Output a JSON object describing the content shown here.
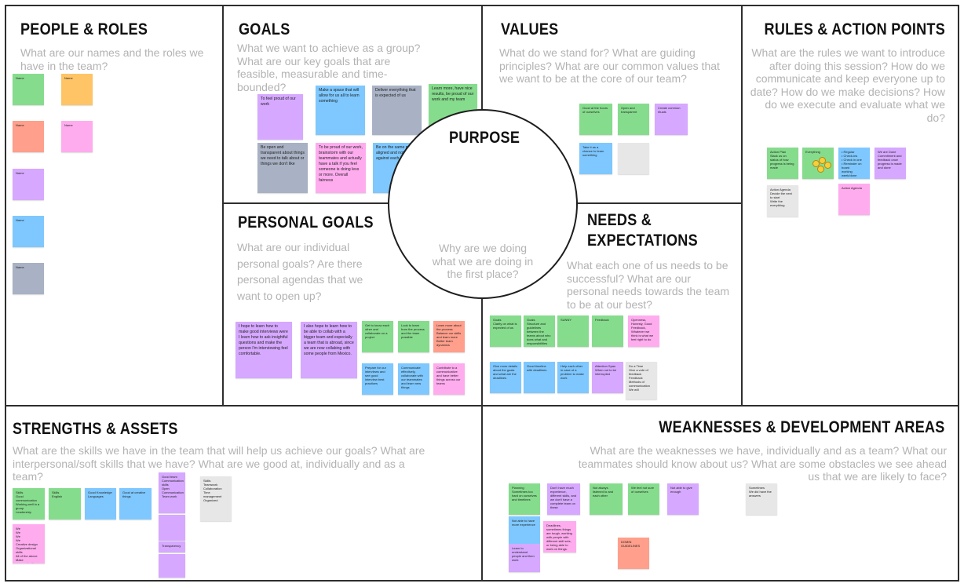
{
  "sections": {
    "people": {
      "title": "PEOPLE & ROLES",
      "question": "What are our names and the roles we have in the team?"
    },
    "goals": {
      "title": "GOALS",
      "question": "What we want to achieve as a group? What are our key goals that are feasible, measurable and time-bounded?"
    },
    "values": {
      "title": "VALUES",
      "question": "What do we stand for? What are guiding principles? What are our common values that we want to be at the core of our team?"
    },
    "rules": {
      "title": "RULES & ACTION POINTS",
      "question": "What are the rules we want to introduce after doing this session? How do we communicate and keep everyone up to date? How do we make decisions? How do we execute and evaluate what we do?"
    },
    "personal": {
      "title": "PERSONAL GOALS",
      "question": "What are our individual personal goals? Are there personal agendas that we want to open up?"
    },
    "purpose": {
      "title": "PURPOSE",
      "question": "Why are we doing what we are doing in the first place?"
    },
    "needs": {
      "title_line1": "NEEDS &",
      "title_line2": "EXPECTATIONS",
      "question": "What each one of us needs to be successful? What are our personal needs towards the team to be at our best?"
    },
    "strengths": {
      "title": "STRENGTHS & ASSETS",
      "question": "What are the skills we have in the team that will help us achieve our goals? What are interpersonal/soft skills that we have? What are we good at, individually and as a team?"
    },
    "weaknesses": {
      "title": "WEAKNESSES & DEVELOPMENT AREAS",
      "question": "What are the weaknesses we have, individually and as a team? What our teammates should know about us? What are some obstacles we see ahead us that we are likely to face?"
    }
  },
  "notes": {
    "people": [
      {
        "text": "Name",
        "author": ""
      },
      {
        "text": "Name",
        "author": ""
      },
      {
        "text": "Name",
        "author": ""
      },
      {
        "text": "Name",
        "author": ""
      },
      {
        "text": "Name",
        "author": ""
      },
      {
        "text": "Name",
        "author": ""
      },
      {
        "text": "Name",
        "author": ""
      }
    ],
    "goals": [
      {
        "text": "To feel proud of our work",
        "author": ""
      },
      {
        "text": "Make a space that will allow for us all to learn something",
        "author": ""
      },
      {
        "text": "Deliver everything that is expected of us",
        "author": ""
      },
      {
        "text": "Learn more, have nice results, be proud of our work and my team",
        "author": ""
      },
      {
        "text": "Be open and transparent about things we need to talk about or things we don't like",
        "author": ""
      },
      {
        "text": "To be proud of our work, brainstorm with our teammates and actually have a talk if you feel someone is doing less or more. Overall fairness",
        "author": ""
      },
      {
        "text": "Be on the same page/ aligned and not work against each other",
        "author": ""
      }
    ],
    "values": [
      {
        "text": "Good at the hours of ourselves",
        "author": ""
      },
      {
        "text": "Open and transparent",
        "author": ""
      },
      {
        "text": "Create common rituals",
        "author": ""
      },
      {
        "text": "Take it as a chance to learn something",
        "author": ""
      },
      {
        "text": "",
        "author": ""
      }
    ],
    "rules": [
      {
        "text": "Action Plan\nSlack us on status of how progress is being made",
        "author": ""
      },
      {
        "text": "Everything",
        "author": ""
      },
      {
        "text": "• Regular\n• Check-ins\n• Check in one\n• Reminder on board\n  working week/done",
        "author": ""
      },
      {
        "text": "We are Done\nCommitment and feedback once progress is made and done",
        "author": ""
      },
      {
        "text": "Action Agenda\nDecide the next to start\nWrite the everything",
        "author": ""
      },
      {
        "text": "Action Agenda",
        "author": ""
      }
    ],
    "personal": [
      {
        "text": "I hope to learn how to make good interviews were I learn how to ask insightful questions and make the person I'm interviewing feel comfortable.",
        "author": ""
      },
      {
        "text": "I also hope to learn how to be able to collab with a bigger team and especially a team that is abroad, since we are now collabing with some people from Mexico.",
        "author": ""
      },
      {
        "text": "Get to know each other and collaborate on a project",
        "author": ""
      },
      {
        "text": "Look to learn from the process and the team possible",
        "author": ""
      },
      {
        "text": "Learn more about the process\nBalance our skills and learn more\nBetter team dynamics",
        "author": ""
      },
      {
        "text": "Prepare for our interviews and see good interview best practices",
        "author": ""
      },
      {
        "text": "Communicate effectively, collaborate with our teammates and learn new things",
        "author": ""
      },
      {
        "text": "Contribute to a communicative and have better things across our teams",
        "author": ""
      }
    ],
    "needs": [
      {
        "text": "Goals\nClarity on what is expected of us",
        "author": ""
      },
      {
        "text": "Goals\nStructure and guidelines between the teams about who does what and responsibilities",
        "author": ""
      },
      {
        "text": "SUNNY",
        "author": ""
      },
      {
        "text": "Feedback",
        "author": ""
      },
      {
        "text": "Openness, Honesty, Good Feedback, Whatever we think is what we feel right to do",
        "author": ""
      },
      {
        "text": "Give more details about the goals and what are the deadlines",
        "author": ""
      },
      {
        "text": "Good timeline with deadlines",
        "author": ""
      },
      {
        "text": "Help each other in case of a problem to make work",
        "author": ""
      },
      {
        "text": "Attention Span\nWhen not to be interrupted",
        "author": ""
      },
      {
        "text": "Do a Time\nGive a vote of feedback\nFeedback\nMethods of communication\nWe will",
        "author": ""
      }
    ],
    "strengths": [
      {
        "text": "Skills\nGood communication\nWorking well in a group\nLeadership",
        "author": ""
      },
      {
        "text": "Skills\nEnglish",
        "author": ""
      },
      {
        "text": "Good Knowledge\nLanguages",
        "author": ""
      },
      {
        "text": "Good at creative things",
        "author": ""
      },
      {
        "text": "Good team\nCommunication skills\nOpen\nCommunication\nTeam work",
        "author": ""
      },
      {
        "text": "Skills\nTeamwork\nCollaboration\nTime management\nOrganized",
        "author": ""
      },
      {
        "text": "We\nWe\nWe\nWe\nCreative design\nOrganizational skills\nAll of the above\nMake communication effectively\nWe work",
        "author": ""
      },
      {
        "text": "",
        "author": ""
      },
      {
        "text": "Transparency",
        "author": ""
      },
      {
        "text": "",
        "author": ""
      }
    ],
    "weaknesses": [
      {
        "text": "Planning\nSometimes too hard on ourselves and timelines",
        "author": ""
      },
      {
        "text": "Don't have much experience, different skills, and we don't have a complete team on these",
        "author": ""
      },
      {
        "text": "Not always listened to and each other",
        "author": ""
      },
      {
        "text": "We feel not sure of ourselves",
        "author": ""
      },
      {
        "text": "Not able to give enough",
        "author": ""
      },
      {
        "text": "Sometimes\nWe did have the answers",
        "author": ""
      },
      {
        "text": "Not able to have more experience",
        "author": ""
      },
      {
        "text": "Learn to understand people and then work",
        "author": ""
      },
      {
        "text": "Deadlines, sometimes things are tough, working with people with different skill sets, or being able to work on things.",
        "author": ""
      },
      {
        "text": "DOMIN\nGUIDELINES",
        "author": ""
      }
    ]
  },
  "colors": {
    "border": "#2e2e2e",
    "title": "#111111",
    "question": "#b3b3b3",
    "green": "#86dc8d",
    "orange": "#ffc466",
    "salmon": "#ff9f8c",
    "pink": "#ffacef",
    "violet": "#d6a8ff",
    "blue": "#7ec8ff",
    "slate": "#a8b2c4",
    "lightgray": "#e7e7e7"
  }
}
